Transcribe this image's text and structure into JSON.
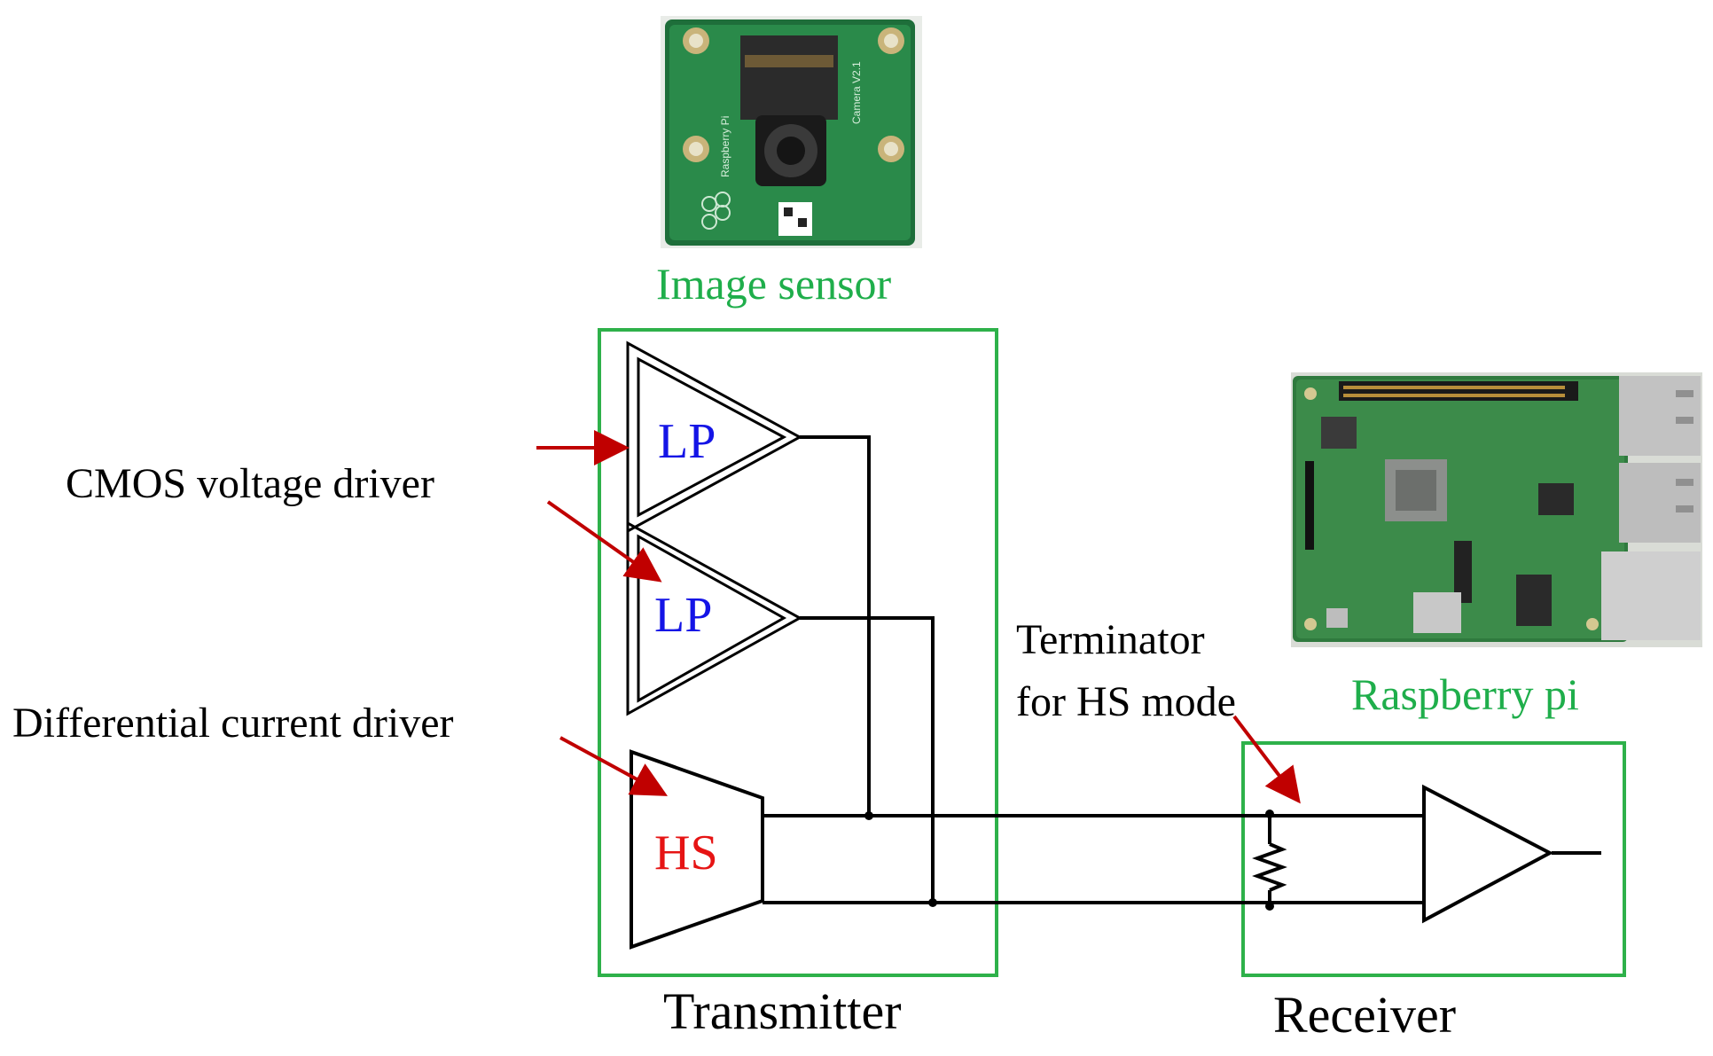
{
  "labels": {
    "image_sensor": "Image sensor",
    "raspberry_pi": "Raspberry pi",
    "cmos_voltage_driver": "CMOS voltage driver",
    "differential_current_driver": "Differential current driver",
    "terminator_line1": "Terminator",
    "terminator_line2": "for HS mode",
    "transmitter": "Transmitter",
    "receiver": "Receiver",
    "lp_1": "LP",
    "lp_2": "LP",
    "hs": "HS"
  },
  "photos": {
    "camera_board_text": "Camera V2.1",
    "camera_brand_text": "Raspberry Pi"
  },
  "colors": {
    "green_box": "#2eb14a",
    "green_text": "#1fae4b",
    "lp_text": "#1414e6",
    "hs_text": "#e61414",
    "arrow": "#c00000",
    "wire": "#000000"
  }
}
